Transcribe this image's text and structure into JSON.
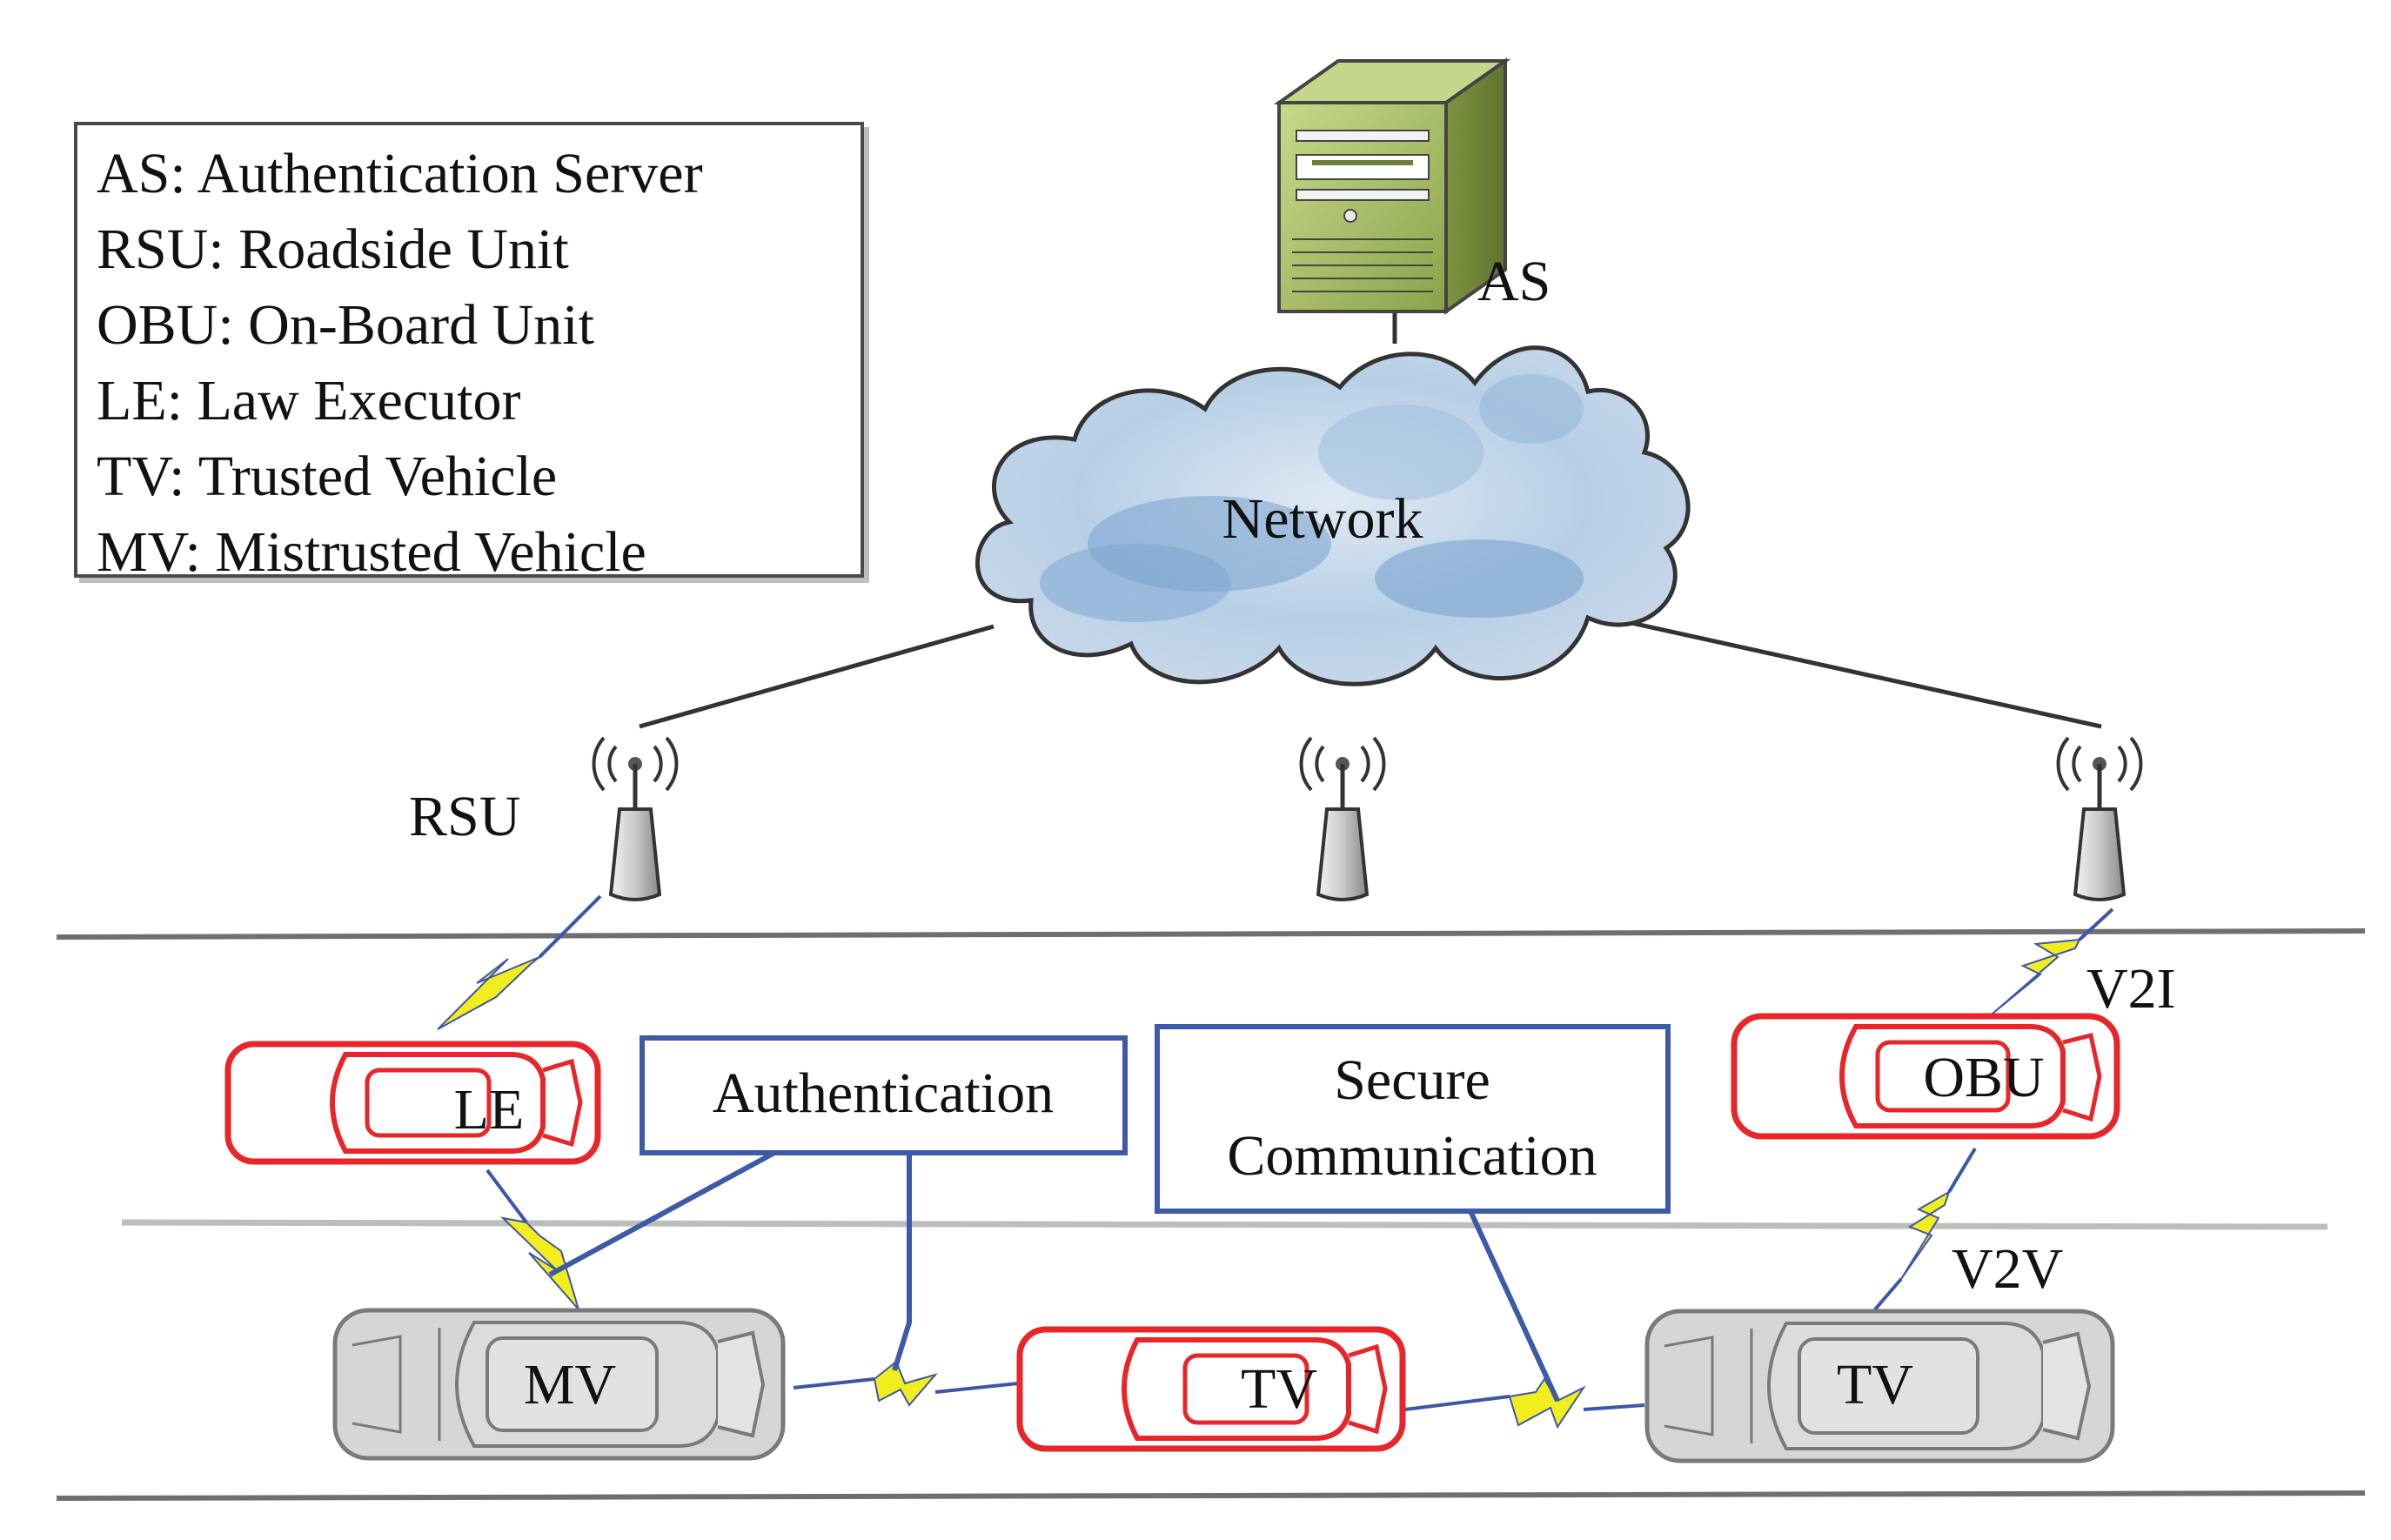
{
  "legend": {
    "items": [
      "AS: Authentication Server",
      "RSU: Roadside Unit",
      "OBU: On-Board Unit",
      "LE: Law Executor",
      "TV: Trusted Vehicle",
      "MV: Mistrusted Vehicle"
    ]
  },
  "labels": {
    "server": "AS",
    "network": "Network",
    "rsu": "RSU",
    "v2i": "V2I",
    "v2v": "V2V"
  },
  "boxes": {
    "authentication": "Authentication",
    "secure_line1": "Secure",
    "secure_line2": "Communication"
  },
  "vehicles": {
    "le": "LE",
    "obu": "OBU",
    "mv": "MV",
    "tv_red": "TV",
    "tv_gray": "TV"
  },
  "colors": {
    "trusted_vehicle": "#e8262a",
    "mistrusted_vehicle": "#d6d6d8",
    "box_border": "#3d5aa8",
    "lightning": "#f2ee1e",
    "cloud": "#a9c7e3",
    "server": "#9db25a"
  }
}
